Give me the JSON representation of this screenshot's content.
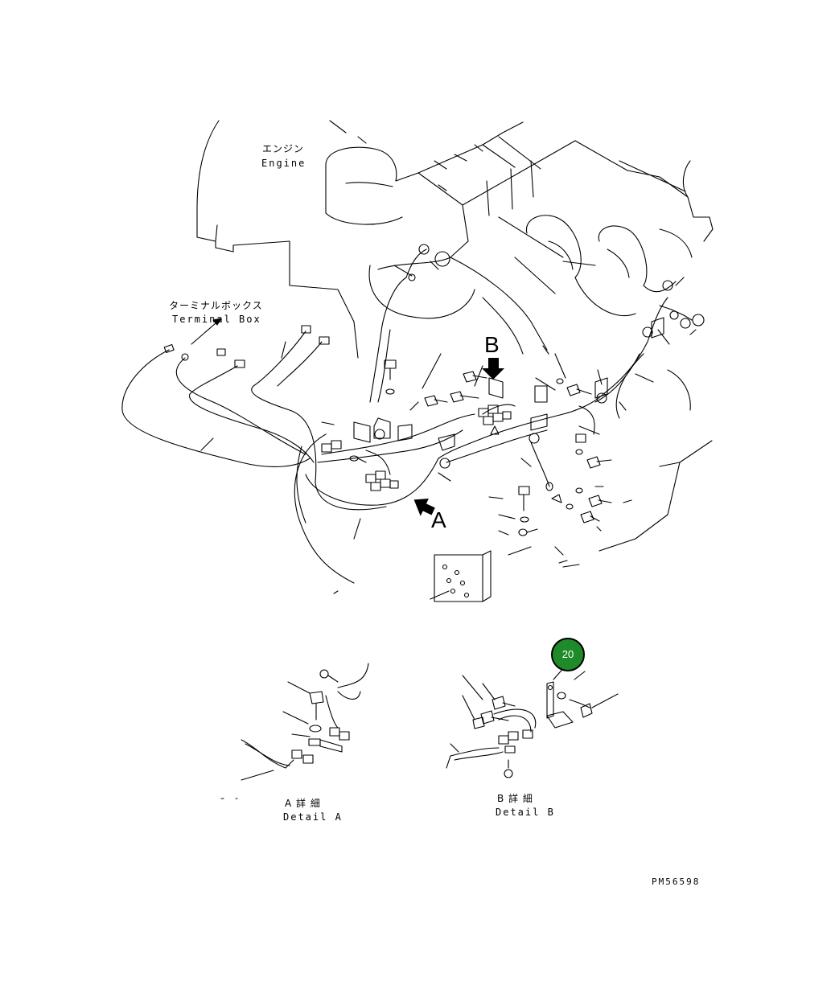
{
  "labels": {
    "engine_ja": "エンジン",
    "engine_en": "Engine",
    "terminal_ja": "ターミナルボックス",
    "terminal_en": "Terminal Box",
    "view_a": "A",
    "view_b": "B",
    "detail_a_ja": "A 詳 細",
    "detail_a_en": "Detail A",
    "detail_b_ja": "B 詳 細",
    "detail_b_en": "Detail B",
    "drawing_number": "PM56598"
  },
  "callouts": [
    {
      "number": "20",
      "color": "#1f8a2a"
    }
  ]
}
